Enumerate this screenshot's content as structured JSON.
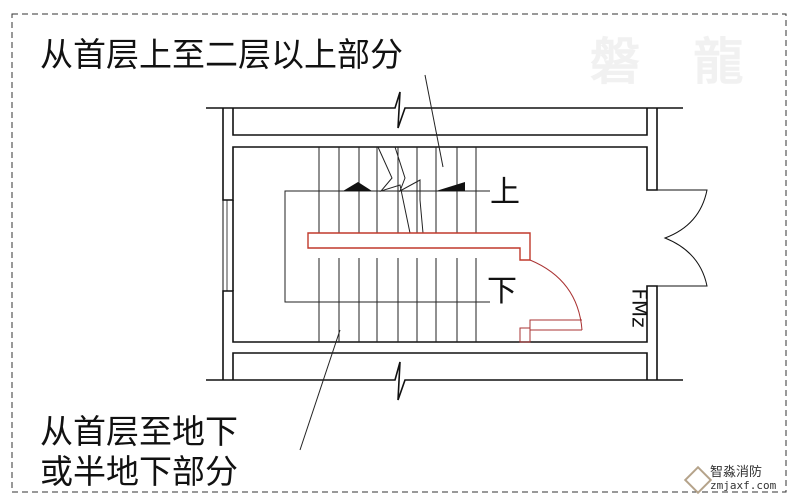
{
  "labels": {
    "top_callout": "从首层上至二层以上部分",
    "bottom_callout_line1": "从首层至地下",
    "bottom_callout_line2": "或半地下部分",
    "up": "上",
    "down": "下",
    "door_code": "FMz"
  },
  "watermark": "磐 龍",
  "logo": {
    "name": "智淼消防",
    "url": "zmjaxf.com"
  },
  "colors": {
    "line": "#111111",
    "handrail": "#c0392b"
  }
}
